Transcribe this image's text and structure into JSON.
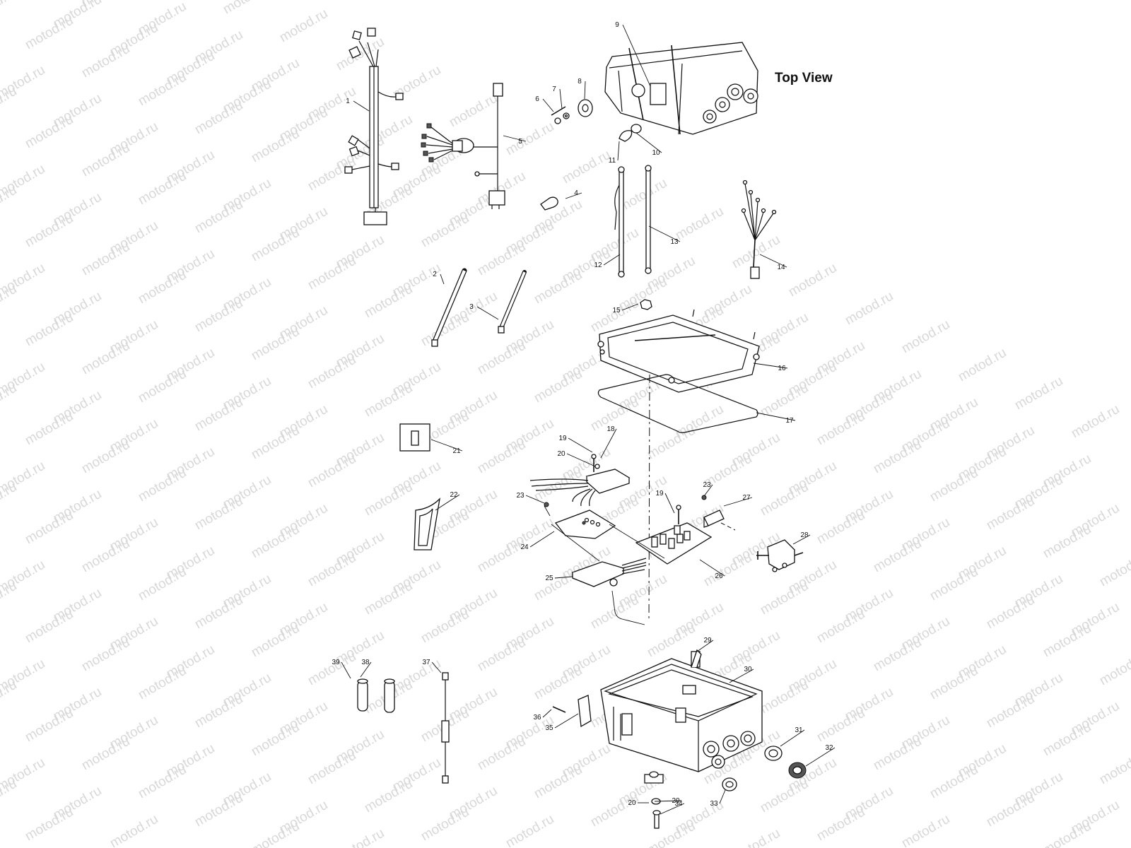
{
  "view_label": "Top View",
  "watermark": "motod.ru",
  "callouts": [
    "1",
    "2",
    "3",
    "4",
    "5",
    "6",
    "7",
    "8",
    "9",
    "10",
    "11",
    "12",
    "13",
    "14",
    "15",
    "16",
    "17",
    "18",
    "19",
    "20",
    "20",
    "21",
    "22",
    "23",
    "23",
    "24",
    "25",
    "26",
    "27",
    "28",
    "29",
    "30",
    "31",
    "32",
    "33",
    "34",
    "35",
    "36",
    "37",
    "38",
    "39",
    "19",
    "20"
  ]
}
